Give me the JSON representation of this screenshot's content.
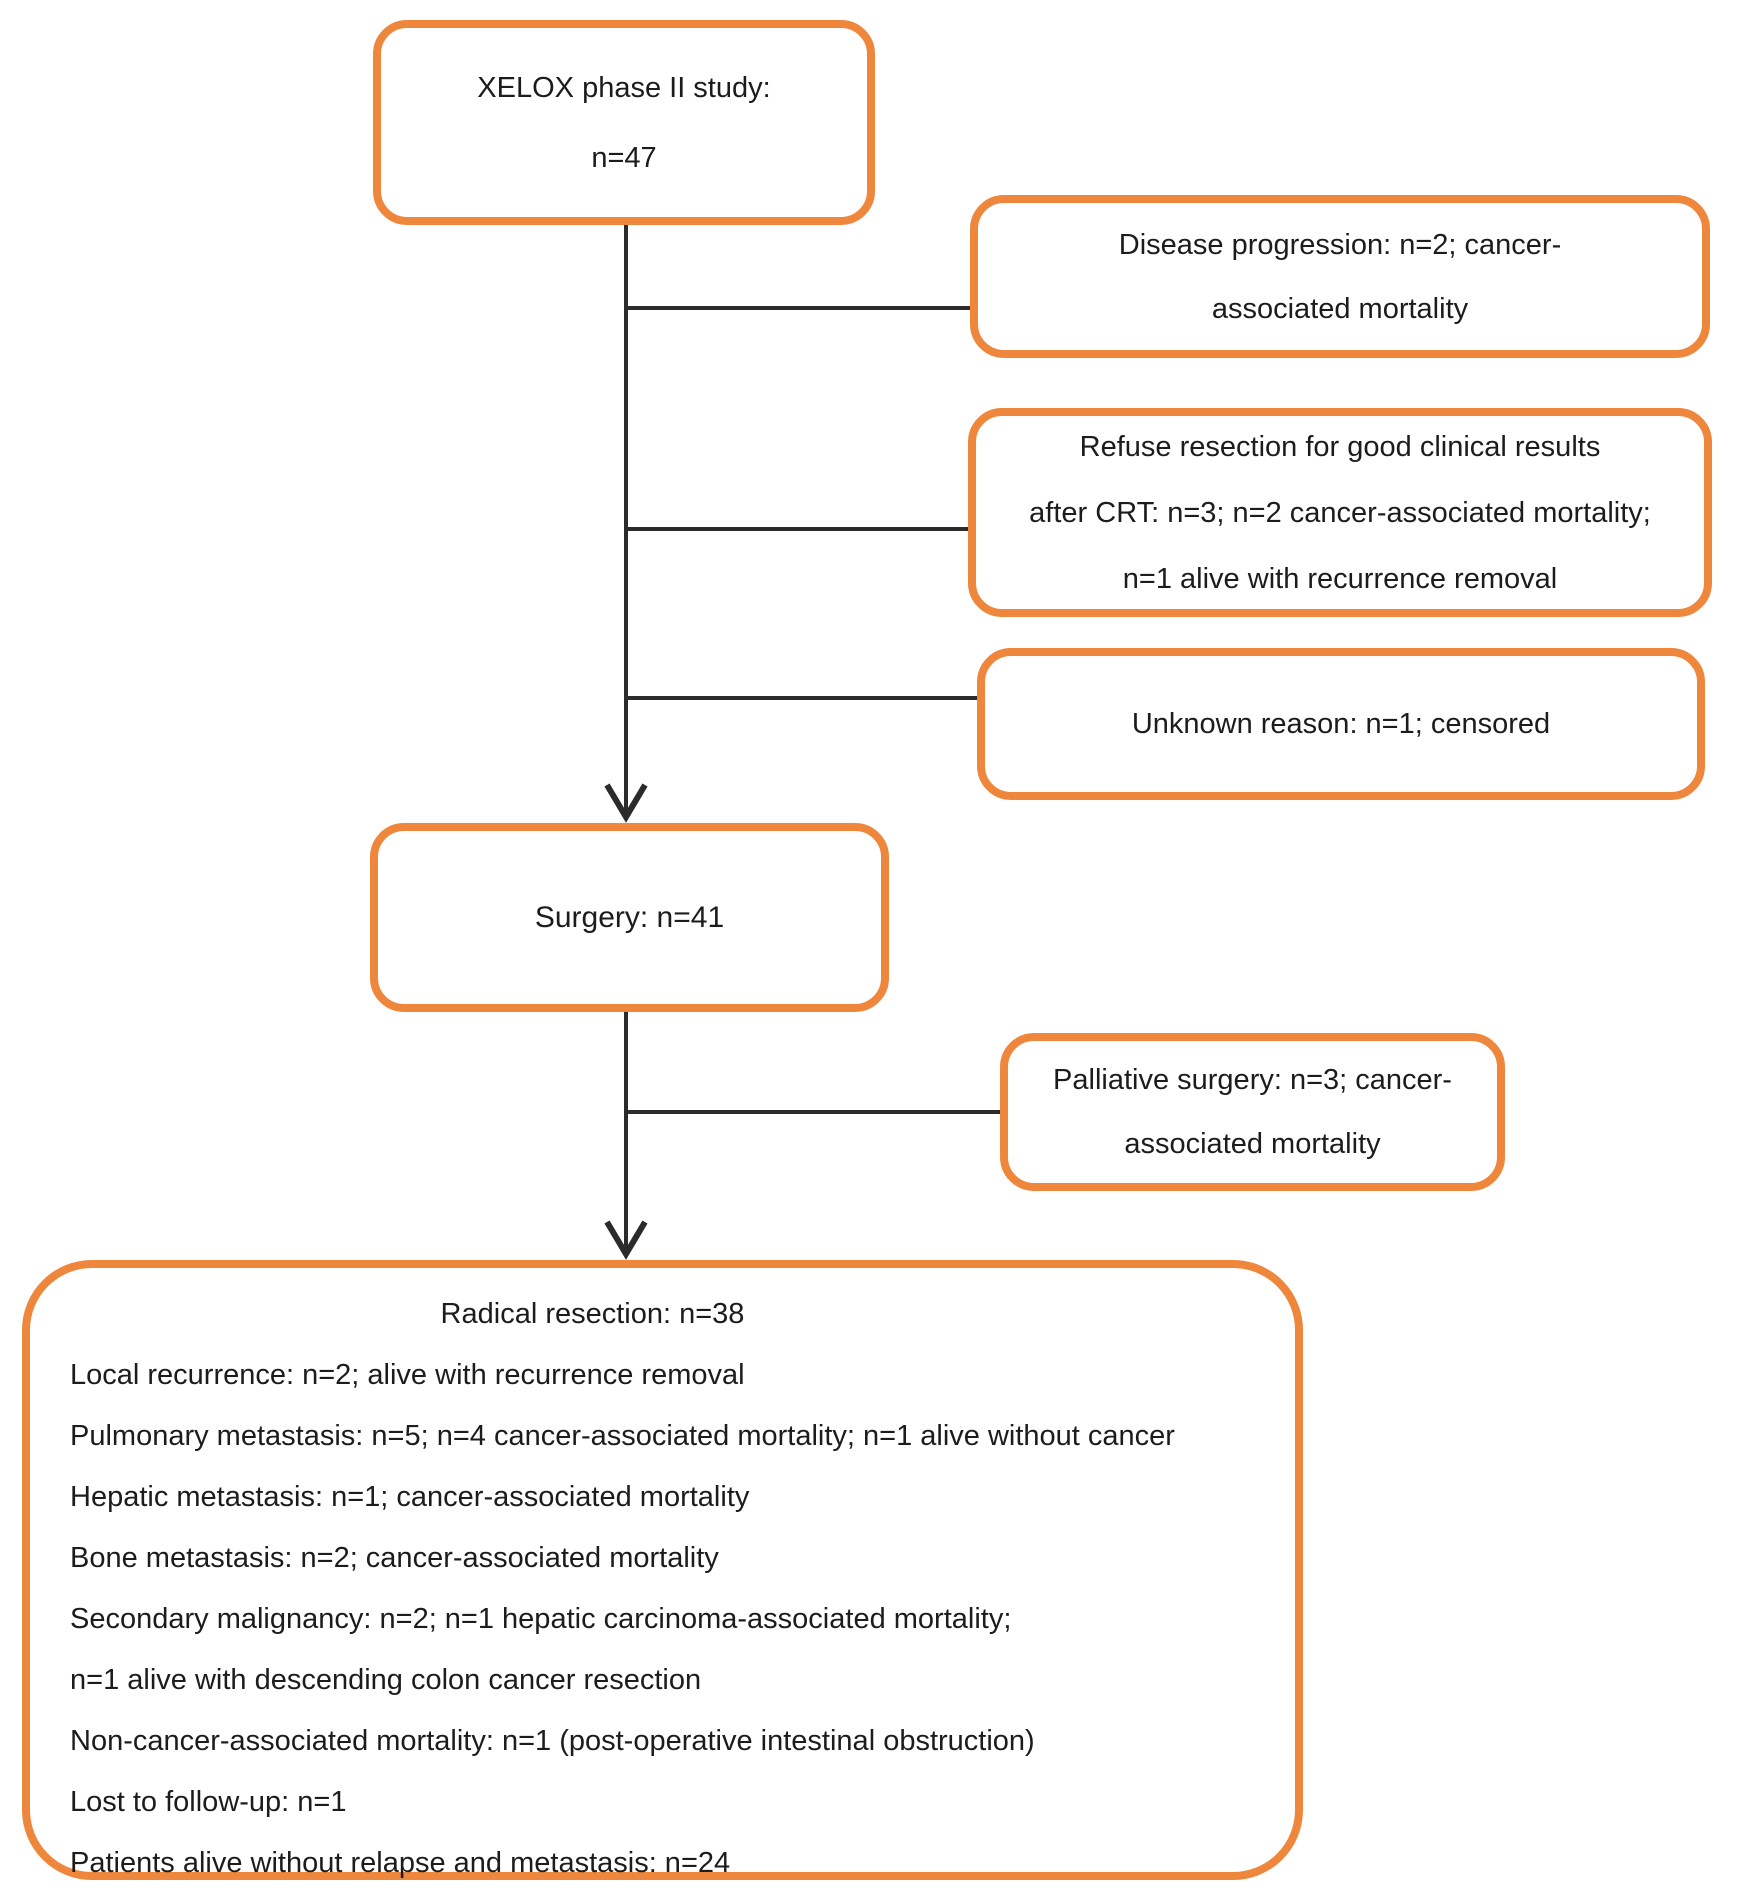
{
  "figure": {
    "boxes": {
      "xelox": {
        "lines": [
          "XELOX phase II study:",
          "n=47"
        ]
      },
      "disease_progression": {
        "lines": [
          "Disease progression: n=2; cancer-",
          "associated mortality"
        ]
      },
      "refuse_resection": {
        "lines": [
          "Refuse resection for good clinical results",
          "after CRT: n=3; n=2 cancer-associated mortality;",
          "n=1 alive with recurrence removal"
        ]
      },
      "unknown_reason": {
        "lines": [
          "Unknown reason: n=1; censored"
        ]
      },
      "surgery": {
        "lines": [
          "Surgery: n=41"
        ]
      },
      "palliative_surgery": {
        "lines": [
          "Palliative surgery: n=3; cancer-",
          "associated mortality"
        ]
      },
      "radical_resection": {
        "title": "Radical resection: n=38",
        "items": [
          "Local recurrence: n=2; alive with recurrence removal",
          "Pulmonary metastasis: n=5; n=4 cancer-associated mortality; n=1 alive without cancer",
          "Hepatic metastasis: n=1; cancer-associated mortality",
          "Bone metastasis: n=2; cancer-associated mortality",
          "Secondary malignancy: n=2; n=1 hepatic carcinoma-associated mortality;",
          "n=1 alive with descending colon cancer resection",
          "Non-cancer-associated mortality: n=1 (post-operative intestinal obstruction)",
          "Lost to follow-up: n=1",
          "Patients alive without relapse and metastasis: n=24"
        ]
      }
    },
    "colors": {
      "box_border": "#EE873C",
      "connector": "#2B2B2B",
      "text": "#1C1C1C"
    }
  }
}
